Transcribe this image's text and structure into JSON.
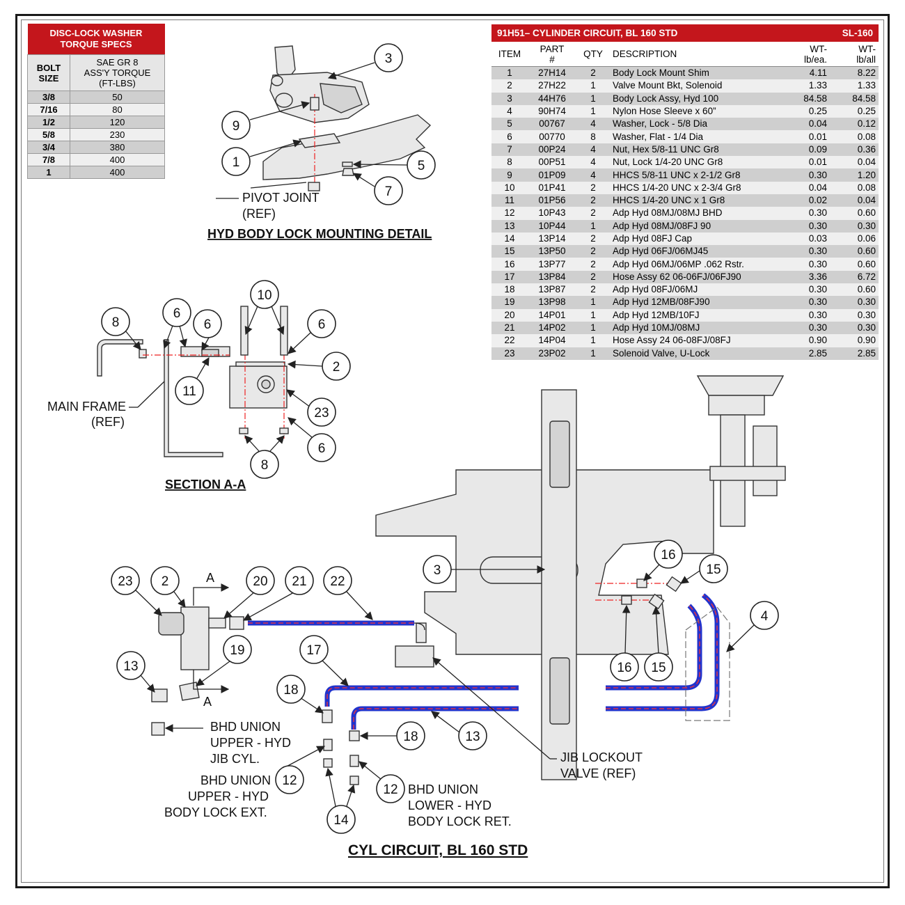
{
  "torque_table": {
    "title_line1": "DISC-LOCK WASHER",
    "title_line2": "TORQUE SPECS",
    "col1_line1": "BOLT",
    "col1_line2": "SIZE",
    "col2_line1": "SAE GR 8",
    "col2_line2": "ASS'Y TORQUE",
    "col2_line3": "(FT-LBS)",
    "rows": [
      {
        "size": "3/8",
        "torque": "50"
      },
      {
        "size": "7/16",
        "torque": "80"
      },
      {
        "size": "1/2",
        "torque": "120"
      },
      {
        "size": "5/8",
        "torque": "230"
      },
      {
        "size": "3/4",
        "torque": "380"
      },
      {
        "size": "7/8",
        "torque": "400"
      },
      {
        "size": "1",
        "torque": "400"
      }
    ]
  },
  "parts_table": {
    "title": "91H51– CYLINDER CIRCUIT, BL 160 STD",
    "code": "SL-160",
    "col_item": "ITEM",
    "col_part_line1": "PART",
    "col_part_line2": "#",
    "col_qty": "QTY",
    "col_desc": "DESCRIPTION",
    "col_wt_ea_line1": "WT-",
    "col_wt_ea_line2": "lb/ea.",
    "col_wt_all_line1": "WT-",
    "col_wt_all_line2": "lb/all",
    "rows": [
      {
        "item": "1",
        "part": "27H14",
        "qty": "2",
        "desc": "Body Lock Mount Shim",
        "wt_ea": "4.11",
        "wt_all": "8.22"
      },
      {
        "item": "2",
        "part": "27H22",
        "qty": "1",
        "desc": "Valve Mount Bkt, Solenoid",
        "wt_ea": "1.33",
        "wt_all": "1.33"
      },
      {
        "item": "3",
        "part": "44H76",
        "qty": "1",
        "desc": "Body Lock Assy, Hyd 100",
        "wt_ea": "84.58",
        "wt_all": "84.58"
      },
      {
        "item": "4",
        "part": "90H74",
        "qty": "1",
        "desc": "Nylon Hose Sleeve x 60”",
        "wt_ea": "0.25",
        "wt_all": "0.25"
      },
      {
        "item": "5",
        "part": "00767",
        "qty": "4",
        "desc": "Washer, Lock - 5/8 Dia",
        "wt_ea": "0.04",
        "wt_all": "0.12"
      },
      {
        "item": "6",
        "part": "00770",
        "qty": "8",
        "desc": "Washer, Flat - 1/4 Dia",
        "wt_ea": "0.01",
        "wt_all": "0.08"
      },
      {
        "item": "7",
        "part": "00P24",
        "qty": "4",
        "desc": "Nut, Hex 5/8-11 UNC Gr8",
        "wt_ea": "0.09",
        "wt_all": "0.36"
      },
      {
        "item": "8",
        "part": "00P51",
        "qty": "4",
        "desc": "Nut, Lock 1/4-20 UNC Gr8",
        "wt_ea": "0.01",
        "wt_all": "0.04"
      },
      {
        "item": "9",
        "part": "01P09",
        "qty": "4",
        "desc": "HHCS 5/8-11 UNC x 2-1/2 Gr8",
        "wt_ea": "0.30",
        "wt_all": "1.20"
      },
      {
        "item": "10",
        "part": "01P41",
        "qty": "2",
        "desc": "HHCS 1/4-20 UNC x 2-3/4 Gr8",
        "wt_ea": "0.04",
        "wt_all": "0.08"
      },
      {
        "item": "11",
        "part": "01P56",
        "qty": "2",
        "desc": "HHCS 1/4-20 UNC x 1 Gr8",
        "wt_ea": "0.02",
        "wt_all": "0.04"
      },
      {
        "item": "12",
        "part": "10P43",
        "qty": "2",
        "desc": "Adp Hyd 08MJ/08MJ BHD",
        "wt_ea": "0.30",
        "wt_all": "0.60"
      },
      {
        "item": "13",
        "part": "10P44",
        "qty": "1",
        "desc": "Adp Hyd 08MJ/08FJ 90",
        "wt_ea": "0.30",
        "wt_all": "0.30"
      },
      {
        "item": "14",
        "part": "13P14",
        "qty": "2",
        "desc": "Adp Hyd 08FJ Cap",
        "wt_ea": "0.03",
        "wt_all": "0.06"
      },
      {
        "item": "15",
        "part": "13P50",
        "qty": "2",
        "desc": "Adp Hyd 06FJ/06MJ45",
        "wt_ea": "0.30",
        "wt_all": "0.60"
      },
      {
        "item": "16",
        "part": "13P77",
        "qty": "2",
        "desc": "Adp Hyd 06MJ/06MP .062 Rstr.",
        "wt_ea": "0.30",
        "wt_all": "0.60"
      },
      {
        "item": "17",
        "part": "13P84",
        "qty": "2",
        "desc": "Hose Assy 62 06-06FJ/06FJ90",
        "wt_ea": "3.36",
        "wt_all": "6.72"
      },
      {
        "item": "18",
        "part": "13P87",
        "qty": "2",
        "desc": "Adp Hyd 08FJ/06MJ",
        "wt_ea": "0.30",
        "wt_all": "0.60"
      },
      {
        "item": "19",
        "part": "13P98",
        "qty": "1",
        "desc": "Adp Hyd 12MB/08FJ90",
        "wt_ea": "0.30",
        "wt_all": "0.30"
      },
      {
        "item": "20",
        "part": "14P01",
        "qty": "1",
        "desc": "Adp Hyd 12MB/10FJ",
        "wt_ea": "0.30",
        "wt_all": "0.30"
      },
      {
        "item": "21",
        "part": "14P02",
        "qty": "1",
        "desc": "Adp Hyd 10MJ/08MJ",
        "wt_ea": "0.30",
        "wt_all": "0.30"
      },
      {
        "item": "22",
        "part": "14P04",
        "qty": "1",
        "desc": "Hose Assy 24 06-08FJ/08FJ",
        "wt_ea": "0.90",
        "wt_all": "0.90"
      },
      {
        "item": "23",
        "part": "23P02",
        "qty": "1",
        "desc": "Solenoid Valve, U-Lock",
        "wt_ea": "2.85",
        "wt_all": "2.85"
      }
    ]
  },
  "detail_mount": {
    "title": "HYD BODY LOCK MOUNTING DETAIL",
    "ref_line1": "PIVOT JOINT",
    "ref_line2": "(REF)",
    "callouts": [
      "3",
      "9",
      "1",
      "5",
      "7"
    ]
  },
  "section_aa": {
    "title": "SECTION A-A",
    "ref_line1": "MAIN FRAME",
    "ref_line2": "(REF)",
    "callouts": [
      "8",
      "6",
      "6",
      "10",
      "6",
      "2",
      "11",
      "23",
      "8",
      "6"
    ]
  },
  "cyl_circuit": {
    "title": "CYL CIRCUIT, BL 160 STD",
    "section_mark": "A",
    "callouts": [
      "23",
      "2",
      "20",
      "21",
      "22",
      "3",
      "16",
      "15",
      "4",
      "13",
      "19",
      "17",
      "18",
      "16",
      "15",
      "18",
      "13",
      "12",
      "12",
      "14"
    ],
    "jib_line1": "JIB LOCKOUT",
    "jib_line2": "VALVE (REF)",
    "bhd1_line1": "BHD UNION",
    "bhd1_line2": "UPPER - HYD",
    "bhd1_line3": "JIB CYL.",
    "bhd2_line1": "BHD UNION",
    "bhd2_line2": "UPPER - HYD",
    "bhd2_line3": "BODY LOCK EXT.",
    "bhd3_line1": "BHD UNION",
    "bhd3_line2": "LOWER - HYD",
    "bhd3_line3": "BODY LOCK RET."
  }
}
